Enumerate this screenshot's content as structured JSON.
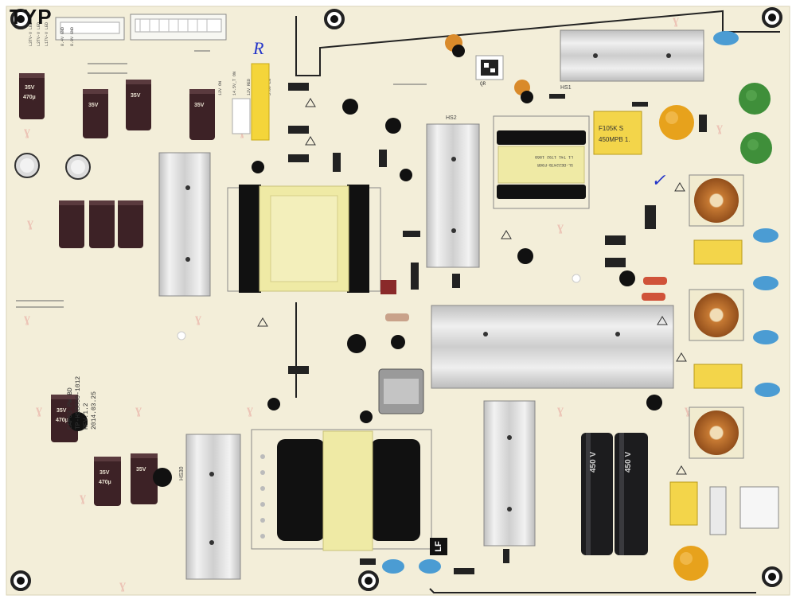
{
  "corner_tag": "TYP",
  "board": {
    "model_lines": [
      "CAP03 PW BD",
      "TP-HSB800-1012",
      "REV.1.2",
      "2014.03.25"
    ],
    "hs_labels": [
      "HS1",
      "HS2",
      "HS30"
    ],
    "film_cap": [
      "F105K S",
      "450MPB 1."
    ],
    "bulk_cap_voltage": "450 V",
    "small_cap_voltage": "35V",
    "small_cap_value": "470µ",
    "lf_mark": "LF",
    "qr_id": "QR",
    "ink_marks": [
      "R",
      "✓"
    ]
  },
  "colors": {
    "pcb": "#f3eed9",
    "heatsink": "#d8d8d8",
    "transformer_core": "#111111",
    "transformer_bobbin": "#efeaa5",
    "electrolytic": "#3d2226",
    "blue_cap": "#4b9cd3",
    "green_varistor": "#3f8f3a",
    "orange_cap": "#e7a21c",
    "yellow_cap": "#f3d54a",
    "copper": "#b86828"
  }
}
